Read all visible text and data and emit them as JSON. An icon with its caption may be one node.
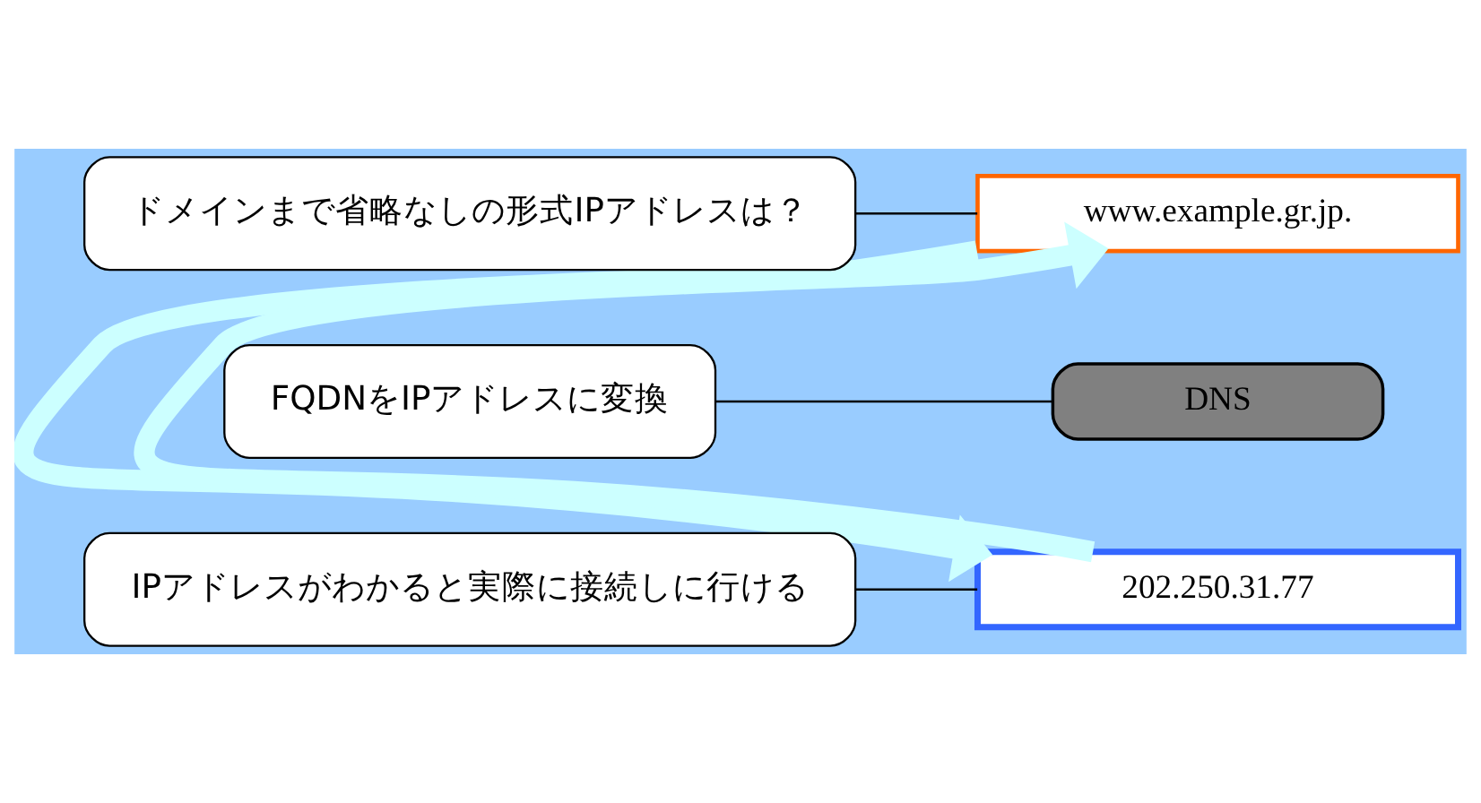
{
  "diagram": {
    "nodes": [
      {
        "text": [
          "www.example.gr.jp."
        ]
      },
      {
        "text": [
          "DNS"
        ]
      },
      {
        "text": [
          "202.250.31.77"
        ]
      },
      {
        "text": [
          "ドメインまで省略なしの形式IPアドレスは？"
        ]
      },
      {
        "text": [
          "FQDNをIPアドレスに変換"
        ]
      },
      {
        "text": [
          "IPアドレスがわかると実際に接続しに行ける"
        ]
      }
    ],
    "edges": [
      {
        "from": 2,
        "to": 0,
        "arrow": "to",
        "style": "thick",
        "color": "#ccffff"
      },
      {
        "from": 0,
        "to": 2,
        "arrow": "to",
        "style": "thick",
        "color": "#ccffff"
      },
      {
        "from": 3,
        "to": 0,
        "arrow": "none"
      },
      {
        "from": 4,
        "to": 1,
        "arrow": "none"
      },
      {
        "from": 5,
        "to": 2,
        "arrow": "none"
      }
    ]
  }
}
